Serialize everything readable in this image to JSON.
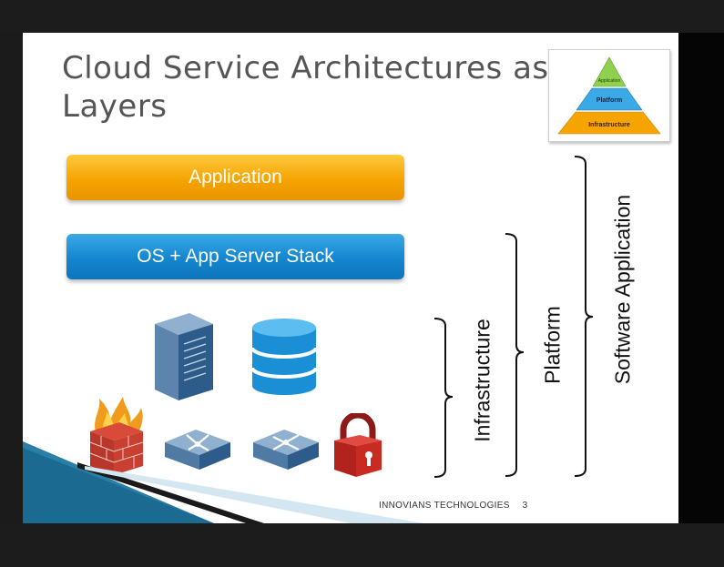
{
  "slide": {
    "title_line1": "Cloud Service Architectures as",
    "title_line2": "Layers",
    "layers": {
      "application": "Application",
      "os_stack": "OS + App Server Stack"
    },
    "brackets": {
      "infrastructure": "Infrastructure",
      "platform": "Platform",
      "software_application": "Software Application"
    },
    "pyramid": {
      "top": "Application",
      "middle": "Platform",
      "bottom": "Infrastructure"
    },
    "footer_company": "INNOVIANS TECHNOLOGIES",
    "page_number": "3"
  },
  "icons": [
    "server-icon",
    "database-icon",
    "firewall-icon",
    "router-icon",
    "switch-icon",
    "padlock-icon"
  ],
  "colors": {
    "application_bar": "#f5a400",
    "os_bar": "#1486cf",
    "pyramid_top": "#8fd14f",
    "pyramid_middle": "#3aa9e6",
    "pyramid_bottom": "#f5a400"
  }
}
